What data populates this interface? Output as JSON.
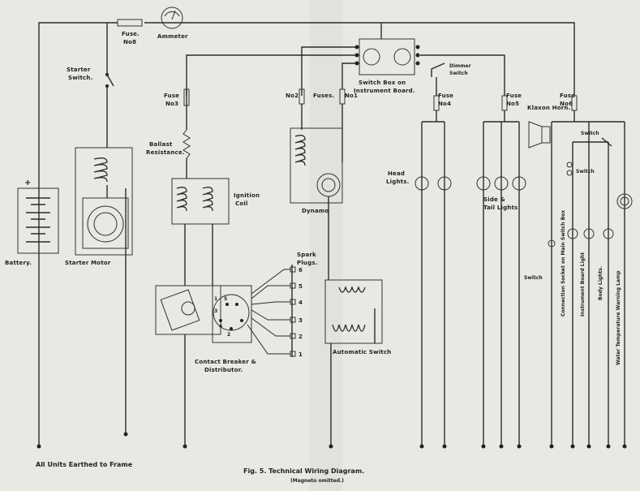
{
  "labels": {
    "fuse8": [
      "Fuse.",
      "No8"
    ],
    "ammeter": "Ammeter",
    "starter_switch": [
      "Starter",
      "Switch."
    ],
    "fuse3": [
      "Fuse",
      "No3"
    ],
    "ballast": [
      "Ballast",
      "Resistance."
    ],
    "no2": "No2",
    "fuses": "Fuses.",
    "no1": "No1",
    "switch_box": [
      "Switch Box on",
      "Instrument Board."
    ],
    "dimmer_switch": [
      "Dimmer",
      "Switch"
    ],
    "fuse4": [
      "Fuse",
      "No4"
    ],
    "fuse5": [
      "Fuse",
      "No5"
    ],
    "klaxon": "Klaxon Horn.",
    "fuse6": [
      "Fuse",
      "No6"
    ],
    "ignition_coil": [
      "Ignition",
      "Coil"
    ],
    "dynamo": "Dynamo",
    "head_lights": [
      "Head",
      "Lights."
    ],
    "side_tail": [
      "Side &",
      "Tail Lights"
    ],
    "switch": "Switch",
    "battery": "Battery.",
    "starter_motor": "Starter Motor",
    "spark_plugs": [
      "Spark",
      "Plugs."
    ],
    "contact_breaker": [
      "Contact Breaker &",
      "Distributor."
    ],
    "automatic_switch": "Automatic Switch",
    "connection_socket": "Connection Socket on Main Switch Box",
    "instrument_board_light": "Instrument Board Light",
    "body_lights": "Body Lights.",
    "water_temp": "Water Temperature Warning Lamp",
    "earthed": "All Units Earthed to Frame",
    "fig_title": "Fig. 5.  Technical Wiring Diagram.",
    "fig_sub": "(Magneto omitted.)",
    "plug_numbers": [
      "6",
      "5",
      "4",
      "3",
      "2",
      "1"
    ],
    "dist_numbers": [
      "1",
      "5",
      "3",
      "4",
      "2"
    ]
  }
}
